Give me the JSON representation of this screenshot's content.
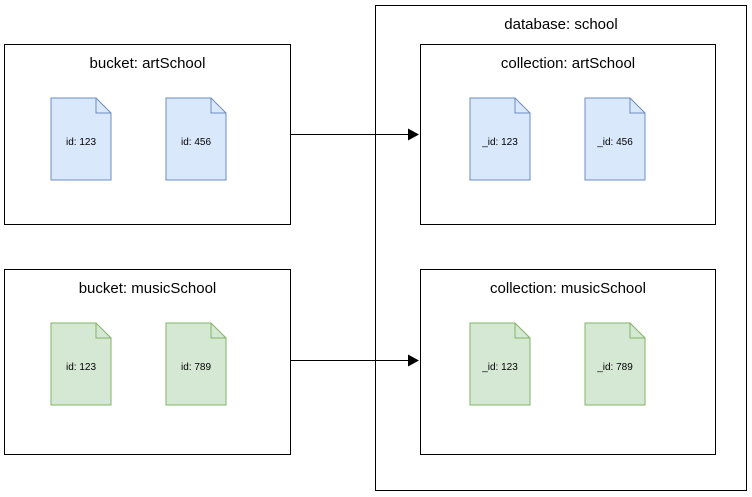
{
  "diagram": {
    "database": {
      "title": "database: school"
    },
    "buckets": [
      {
        "title": "bucket: artSchool",
        "docs": [
          {
            "label": "id: 123"
          },
          {
            "label": "id: 456"
          }
        ]
      },
      {
        "title": "bucket: musicSchool",
        "docs": [
          {
            "label": "id: 123"
          },
          {
            "label": "id: 789"
          }
        ]
      }
    ],
    "collections": [
      {
        "title": "collection: artSchool",
        "docs": [
          {
            "label": "_id: 123"
          },
          {
            "label": "_id: 456"
          }
        ]
      },
      {
        "title": "collection: musicSchool",
        "docs": [
          {
            "label": "_id: 123"
          },
          {
            "label": "_id: 789"
          }
        ]
      }
    ],
    "colors": {
      "doc_blue_fill": "#dae8fc",
      "doc_blue_stroke": "#6c8ebf",
      "doc_green_fill": "#d5e8d4",
      "doc_green_stroke": "#82b366",
      "box_stroke": "#000000",
      "arrow_stroke": "#000000"
    }
  }
}
